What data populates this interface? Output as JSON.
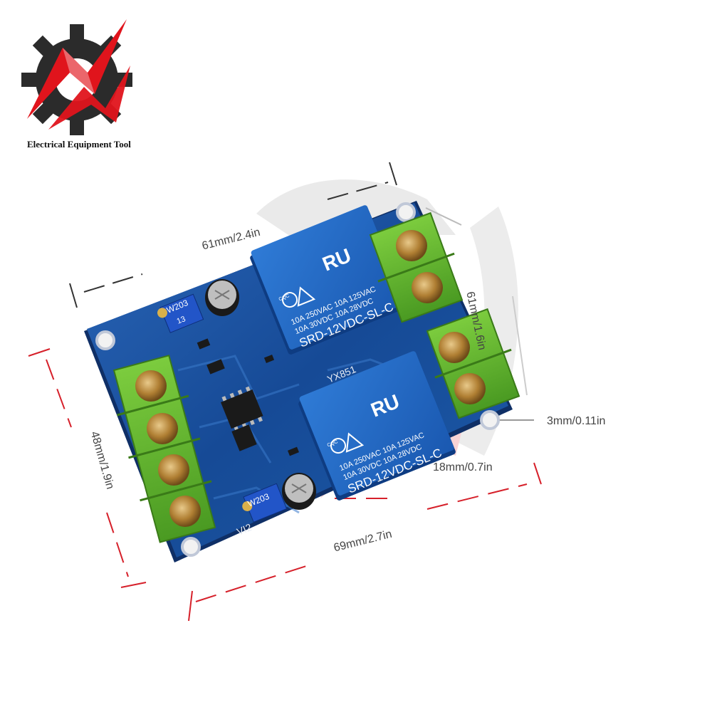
{
  "brand": {
    "name": "Electrical Equipment Tool",
    "logo_icon": "gear-bolt-logo-icon",
    "colors": {
      "red": "#e0141c",
      "dark": "#2b2b2b"
    }
  },
  "dimensions": {
    "top_width": "61mm/2.4in",
    "right_height": "61mm/1.6in",
    "left_height": "48mm/1.9in",
    "bottom_width": "69mm/2.7in",
    "relay_gap": "18mm/0.7in",
    "hole_diameter": "3mm/0.11in"
  },
  "board": {
    "model": "YX851",
    "relay_model": "SRD-12VDC-SL-C",
    "relay_ratings": [
      "10A 250VAC  10A 125VAC",
      "10A  30VDC  10A  28VDC"
    ],
    "relay_cert": "CQC",
    "pot_top": "W203",
    "pot_bottom": "W203",
    "pot_code": "13",
    "silk_bottom": "VI2",
    "colors": {
      "pcb": "#1a4f9c",
      "relay": "#1e5fb8",
      "terminal": "#5fb52a",
      "screw": "#b88a3a"
    }
  }
}
